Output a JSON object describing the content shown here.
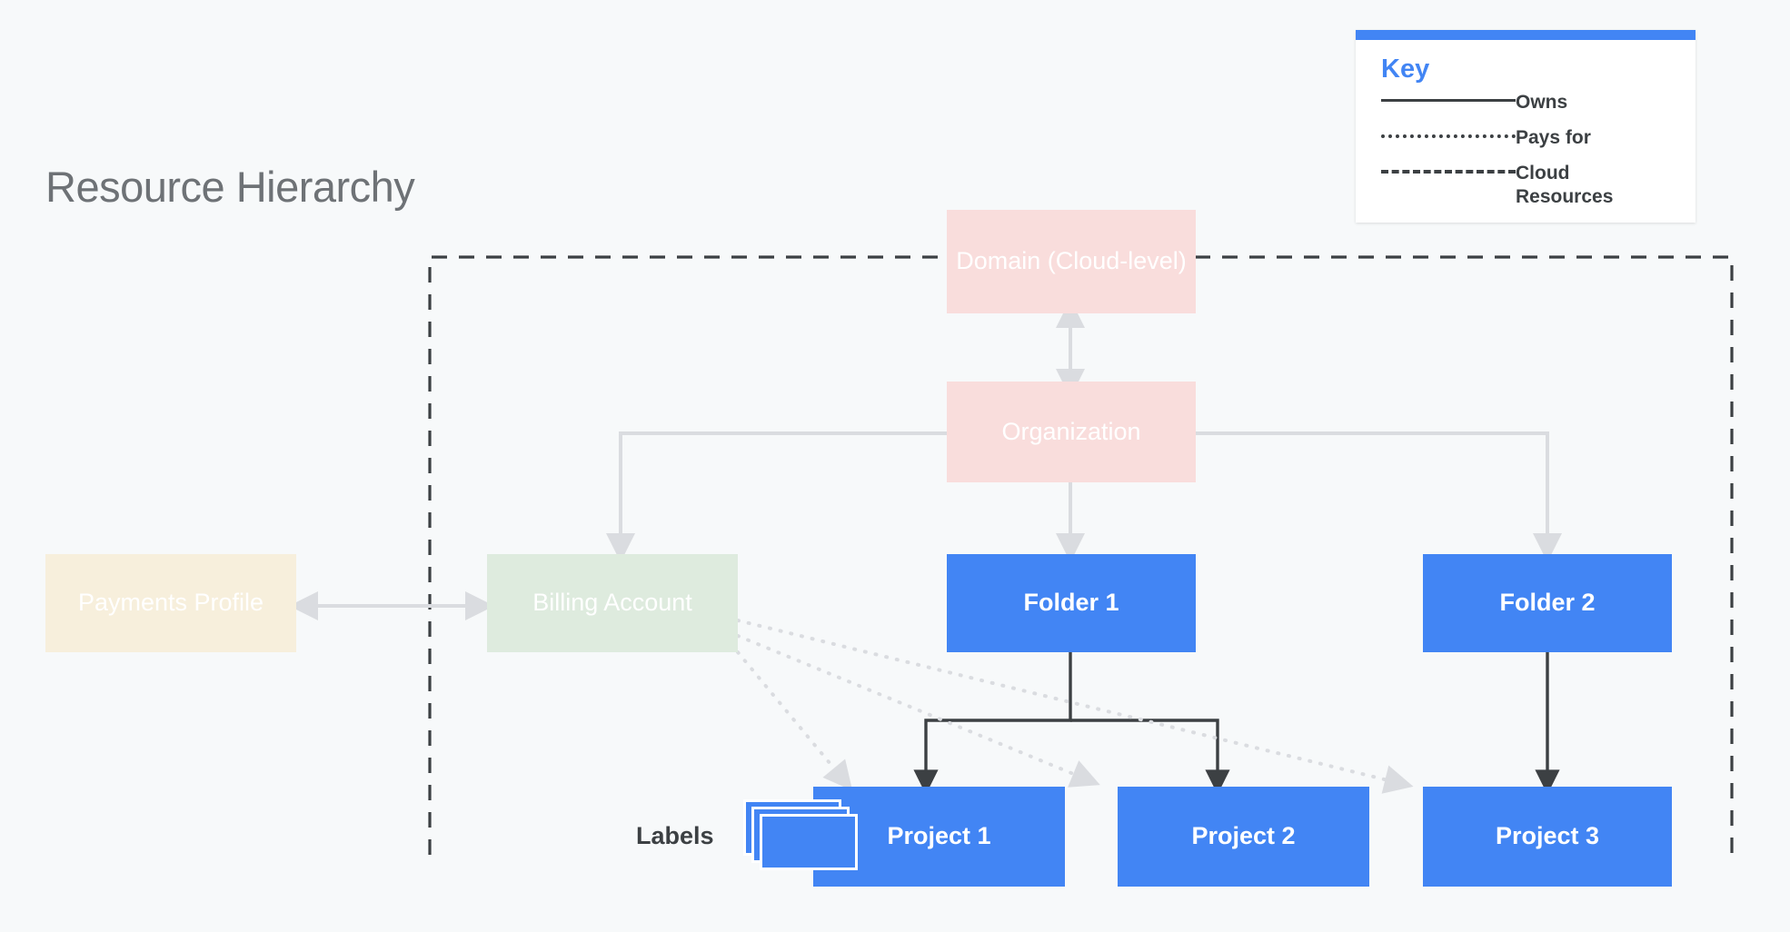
{
  "page": {
    "title": "Resource Hierarchy",
    "background_color": "#F7F9FA"
  },
  "colors": {
    "blue": "#4285F4",
    "pink": "#F9DDDC",
    "green": "#DEEBDE",
    "cream": "#F7EFDC",
    "dark_line": "#3C4043",
    "light_line": "#DADCE0",
    "title_text": "#6E7276"
  },
  "legend": {
    "title": "Key",
    "accent_color": "#4285F4",
    "items": [
      {
        "style": "solid",
        "label": "Owns"
      },
      {
        "style": "dotted",
        "label": "Pays for"
      },
      {
        "style": "dashed",
        "label": "Cloud Resources"
      }
    ]
  },
  "nodes": {
    "domain": {
      "label": "Domain (Cloud-level)",
      "type": "pink"
    },
    "organization": {
      "label": "Organization",
      "type": "pink"
    },
    "payments_profile": {
      "label": "Payments Profile",
      "type": "cream"
    },
    "billing_account": {
      "label": "Billing Account",
      "type": "green"
    },
    "folder1": {
      "label": "Folder 1",
      "type": "blue"
    },
    "folder2": {
      "label": "Folder 2",
      "type": "blue"
    },
    "project1": {
      "label": "Project 1",
      "type": "blue"
    },
    "project2": {
      "label": "Project 2",
      "type": "blue"
    },
    "project3": {
      "label": "Project 3",
      "type": "blue"
    }
  },
  "labels_group": {
    "label": "Labels",
    "card_count": 3
  },
  "edges": [
    {
      "from": "domain",
      "to": "organization",
      "kind": "owns-bidirectional",
      "color": "#DADCE0"
    },
    {
      "from": "organization",
      "to": "billing_account",
      "kind": "owns",
      "color": "#DADCE0"
    },
    {
      "from": "organization",
      "to": "folder1",
      "kind": "owns",
      "color": "#DADCE0"
    },
    {
      "from": "organization",
      "to": "folder2",
      "kind": "owns",
      "color": "#DADCE0"
    },
    {
      "from": "payments_profile",
      "to": "billing_account",
      "kind": "owns-bidirectional",
      "color": "#DADCE0"
    },
    {
      "from": "folder1",
      "to": "project1",
      "kind": "owns",
      "color": "#3C4043"
    },
    {
      "from": "folder1",
      "to": "project2",
      "kind": "owns",
      "color": "#3C4043"
    },
    {
      "from": "folder2",
      "to": "project3",
      "kind": "owns",
      "color": "#3C4043"
    },
    {
      "from": "billing_account",
      "to": "project1",
      "kind": "pays-for",
      "color": "#DADCE0"
    },
    {
      "from": "billing_account",
      "to": "project2",
      "kind": "pays-for",
      "color": "#DADCE0"
    },
    {
      "from": "billing_account",
      "to": "project3",
      "kind": "pays-for",
      "color": "#DADCE0"
    }
  ],
  "cloud_resources_boundary": {
    "kind": "dashed-region",
    "color": "#3C4043"
  }
}
